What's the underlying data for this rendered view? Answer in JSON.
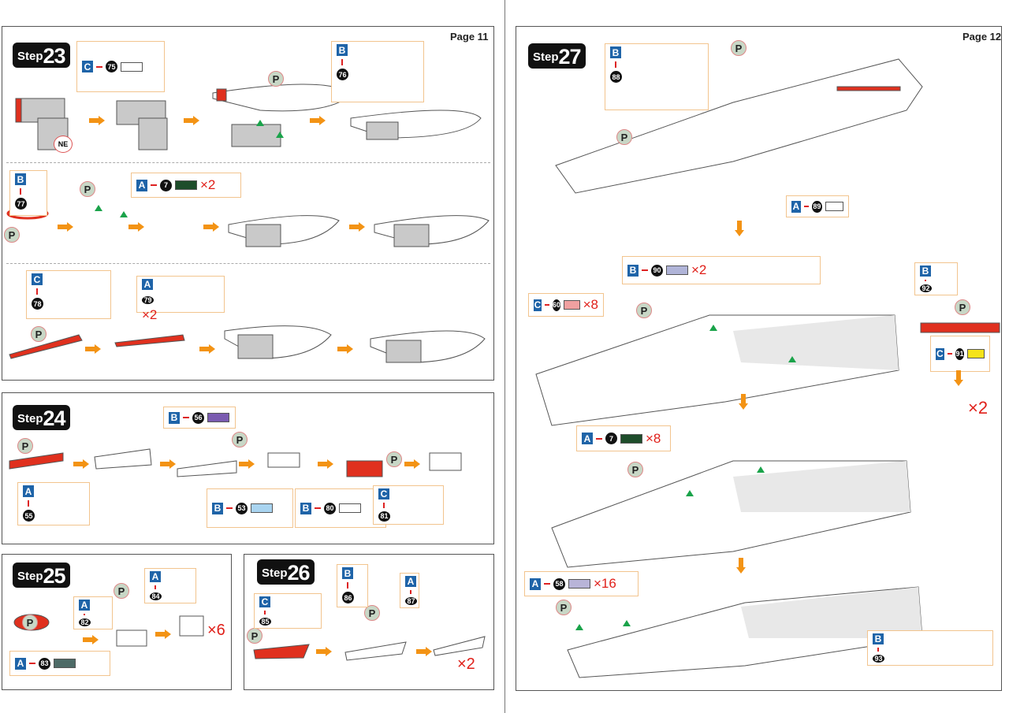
{
  "pages": [
    {
      "label": "Page 11"
    },
    {
      "label": "Page 12"
    }
  ],
  "steps": [
    {
      "word": "Step",
      "number": "23"
    },
    {
      "word": "Step",
      "number": "24"
    },
    {
      "word": "Step",
      "number": "25"
    },
    {
      "word": "Step",
      "number": "26"
    },
    {
      "word": "Step",
      "number": "27"
    }
  ],
  "markers": {
    "pin": "P",
    "ne": "NE"
  },
  "callouts": [
    {
      "id": "c75",
      "sheet": "C",
      "part": "75",
      "multiplier": "",
      "part_color": "#ffffff"
    },
    {
      "id": "b76",
      "sheet": "B",
      "part": "76",
      "multiplier": "",
      "part_color": "#ffffff"
    },
    {
      "id": "b77",
      "sheet": "B",
      "part": "77",
      "multiplier": "",
      "part_color": "#ffffff"
    },
    {
      "id": "a7a",
      "sheet": "A",
      "part": "7",
      "multiplier": "×2",
      "part_color": "#1e4d2b"
    },
    {
      "id": "c78",
      "sheet": "C",
      "part": "78",
      "multiplier": "",
      "part_color": "#ffffff"
    },
    {
      "id": "a79",
      "sheet": "A",
      "part": "79",
      "multiplier": "×2",
      "part_color": "#cfe8c8"
    },
    {
      "id": "a55",
      "sheet": "A",
      "part": "55",
      "multiplier": "",
      "part_color": "#b56aa8"
    },
    {
      "id": "b56",
      "sheet": "B",
      "part": "56",
      "multiplier": "",
      "part_color": "#7a5bb0"
    },
    {
      "id": "b53",
      "sheet": "B",
      "part": "53",
      "multiplier": "",
      "part_color": "#a9d4f0"
    },
    {
      "id": "b80",
      "sheet": "B",
      "part": "80",
      "multiplier": "",
      "part_color": "#ffffff"
    },
    {
      "id": "c81",
      "sheet": "C",
      "part": "81",
      "multiplier": "",
      "part_color": "#ffffff"
    },
    {
      "id": "a82",
      "sheet": "A",
      "part": "82",
      "multiplier": "",
      "part_color": "#9aaa88"
    },
    {
      "id": "a84",
      "sheet": "A",
      "part": "84",
      "multiplier": "",
      "part_color": "#4e9a6a"
    },
    {
      "id": "a83",
      "sheet": "A",
      "part": "83",
      "multiplier": "",
      "part_color": "#4d6a66"
    },
    {
      "id": "c85",
      "sheet": "C",
      "part": "85",
      "multiplier": "",
      "part_color": "#e8d77a"
    },
    {
      "id": "b86",
      "sheet": "B",
      "part": "86",
      "multiplier": "",
      "part_color": "#d4198a"
    },
    {
      "id": "a87",
      "sheet": "A",
      "part": "87",
      "multiplier": "",
      "part_color": "#f2a8d8"
    },
    {
      "id": "b88",
      "sheet": "B",
      "part": "88",
      "multiplier": "",
      "part_color": "#ffffff"
    },
    {
      "id": "a89",
      "sheet": "A",
      "part": "89",
      "multiplier": "",
      "part_color": "#ffffff"
    },
    {
      "id": "b90",
      "sheet": "B",
      "part": "90",
      "multiplier": "×2",
      "part_color": "#b0b4d8"
    },
    {
      "id": "c60",
      "sheet": "C",
      "part": "60",
      "multiplier": "×8",
      "part_color": "#f0a0a0"
    },
    {
      "id": "b92",
      "sheet": "B",
      "part": "92",
      "multiplier": "",
      "part_color": "#9a3f8a"
    },
    {
      "id": "c91",
      "sheet": "C",
      "part": "91",
      "multiplier": "",
      "part_color": "#f5e31a"
    },
    {
      "id": "a7b",
      "sheet": "A",
      "part": "7",
      "multiplier": "×8",
      "part_color": "#1e4d2b"
    },
    {
      "id": "a58",
      "sheet": "A",
      "part": "58",
      "multiplier": "×16",
      "part_color": "#b8b4d8"
    },
    {
      "id": "b93",
      "sheet": "B",
      "part": "93",
      "multiplier": "",
      "part_color": "#ffffff"
    }
  ],
  "quantities": {
    "step25": "×6",
    "step26": "×2",
    "step27_plane": "×2"
  },
  "colors": {
    "sheet_badge": "#1f64a8",
    "highlight": "#e0301e",
    "arrow": "#f39314",
    "callout_border": "#f2c48e",
    "multiplier": "#e0201a"
  }
}
